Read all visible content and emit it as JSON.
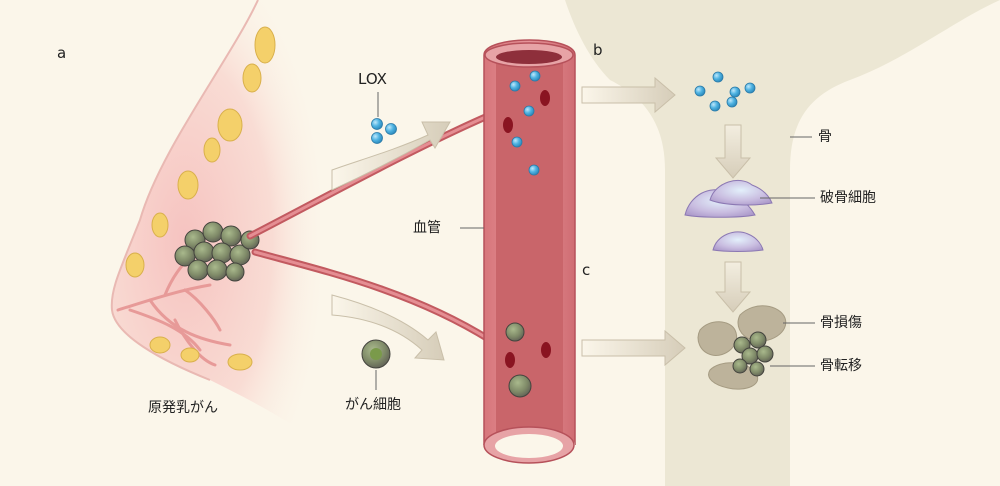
{
  "panels": {
    "a": "a",
    "b": "b",
    "c": "c"
  },
  "labels": {
    "lox": "LOX",
    "primary_cancer": "原発乳がん",
    "cancer_cell": "がん細胞",
    "blood_vessel": "血管",
    "bone": "骨",
    "osteoclast": "破骨細胞",
    "bone_damage": "骨損傷",
    "bone_metastasis": "骨転移"
  },
  "colors": {
    "background": "#fbf6ea",
    "bone": "#ece7d4",
    "vessel_outer": "#e8a3a5",
    "vessel_inner": "#c9656a",
    "lox_molecule": "#4fb3e2",
    "osteoclast": "#c7b8dc",
    "arrow": "#d8d0bf",
    "fat": "#f4d06a"
  }
}
